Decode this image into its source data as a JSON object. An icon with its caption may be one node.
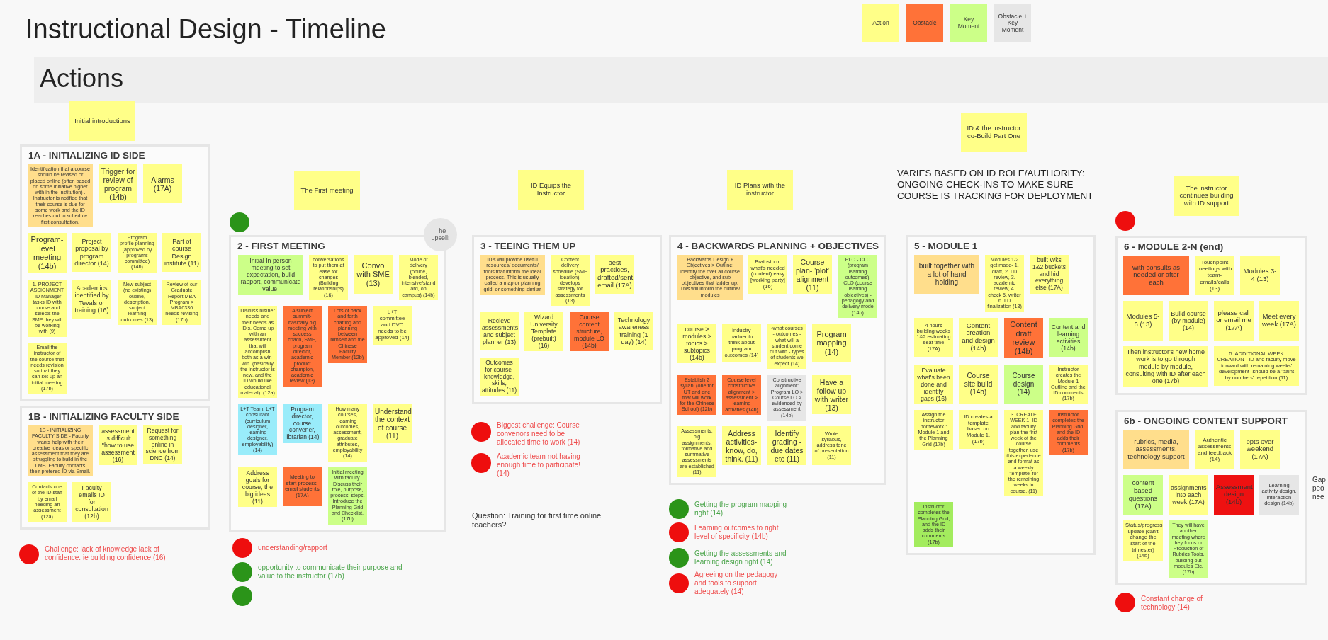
{
  "diagram": {
    "title": "Instructional Design - Timeline",
    "nodes": [
      {
        "text": [
          "Actions"
        ]
      },
      {
        "text": [
          "Initial introductions"
        ]
      },
      {
        "text": [
          "1A - INITIALIZING ID SIDE"
        ]
      },
      {
        "text": [
          "Identification that a course should be revised or placed online (often based on some initiative higher with in the institution) . Instructor is notified that their course is due for some work and the ID reaches out to schedule first consultation."
        ],
        "in": 2
      },
      {
        "text": [
          "Trigger for review of program (14b)"
        ],
        "in": 2
      },
      {
        "text": [
          "Alarms (17A)"
        ],
        "in": 2
      },
      {
        "text": [
          "Program-level meeting (14b)"
        ],
        "in": 2
      },
      {
        "text": [
          "Project proposal by program director (14)"
        ],
        "in": 2
      },
      {
        "text": [
          "Program profile planning (approved by programs committee) (14b)"
        ],
        "in": 2
      },
      {
        "text": [
          "Part of course Design institute (11)"
        ],
        "in": 2
      },
      {
        "text": [
          "1. PROJECT ASSIGNMENT -ID Manager tasks ID with course and selects the SME they will be working with (9)"
        ],
        "in": 2
      },
      {
        "text": [
          "Academics identified by Tevals or training (16)"
        ],
        "in": 2
      },
      {
        "text": [
          "New subject (no existing) outline, description, subject learning outcomes (13)"
        ],
        "in": 2
      },
      {
        "text": [
          "Review of our Graduate Report MBA Program > MBA6330 needs revising (17b)"
        ],
        "in": 2
      },
      {
        "text": [
          "Email the instructor of the course that needs revision so that they can set up an initial meeting (17b)"
        ],
        "in": 2
      },
      {
        "text": [
          "1B - INITIALIZING FACULTY SIDE"
        ]
      },
      {
        "text": [
          "1B - INITIALIZING FACULTY SIDE - Faculty wants help with their creative ideas or specific assessment that they are struggling to build in the LMS. Faculty contacts their prefered ID via Email."
        ],
        "in": 15
      },
      {
        "text": [
          "assessment is difficult \"how to use assessment (16)"
        ],
        "in": 15
      },
      {
        "text": [
          "Request for something online in science from DNC (14)"
        ],
        "in": 15
      },
      {
        "text": [
          "Contacts one of the ID staff by email needing an assessment (12a)"
        ],
        "in": 15
      },
      {
        "text": [
          "Faculty emails ID for consultation (12b)"
        ],
        "in": 15
      },
      {
        "text": [],
        "shape": "circle",
        "beside": [
          "Challenge: lack of knowledge lack of confidence. ie building confidence (16)"
        ]
      },
      {
        "text": [
          "The First meeting"
        ]
      },
      {
        "text": [],
        "shape": "circle"
      },
      {
        "text": [
          "The upsell!"
        ]
      },
      {
        "text": [
          "2 - FIRST MEETING"
        ]
      },
      {
        "text": [
          "Initial In person meeting to set expectation, build rapport, communicate value."
        ],
        "in": 25
      },
      {
        "text": [
          "conversations to put them at ease for changes (Building relationships) (16)"
        ],
        "in": 25
      },
      {
        "text": [
          "Convo with SME (13)"
        ],
        "in": 25
      },
      {
        "text": [
          "Mode of delivery (online, blended, intensive/standard, on campus) (14b)"
        ],
        "in": 25
      },
      {
        "text": [
          "Discuss his/her needs and their needs as ID's. Come up with an assessment that will accomplish both as a win-win. (basically the instructor is new, and the ID would like educational material). (12a)"
        ],
        "in": 25
      },
      {
        "text": [
          "A subject summit- basically big meeting with success coach, SME, program director, academic product champion, academic review (13)"
        ],
        "in": 25
      },
      {
        "text": [
          "Lots of back and forth chatting and planning between himself and the Chinese Faculty Member (12b)"
        ],
        "in": 25
      },
      {
        "text": [
          "L+T committee and DVC needs to be approved (14)"
        ],
        "in": 25
      },
      {
        "text": [
          "L+T Team: L+T consultant (curriculum designer, learning designer, employability) (14)"
        ],
        "in": 25
      },
      {
        "text": [
          "Program director, course convener, librarian (14)"
        ],
        "in": 25
      },
      {
        "text": [
          "How many courses, learning outcomes, assessment, graduate attributes, employability (14)"
        ],
        "in": 25
      },
      {
        "text": [
          "Understand the context of course (11)"
        ],
        "in": 25
      },
      {
        "text": [
          "Address goals for course, the big ideas (11)"
        ],
        "in": 25
      },
      {
        "text": [
          "Meeting to start process- email students (17A)"
        ],
        "in": 25
      },
      {
        "text": [
          "Initial meeting with faculty. Discuss their role, purpose, process, steps. Introduce the Planning Grid and Checklist. (17b)"
        ],
        "in": 25
      },
      {
        "text": [],
        "shape": "circle",
        "beside": [
          "understanding/rapport"
        ]
      },
      {
        "text": [],
        "shape": "circle",
        "beside": [
          "opportunity to communicate their purpose and value to the instructor (17b)"
        ]
      },
      {
        "text": [],
        "shape": "circle"
      },
      {
        "text": [
          "ID Equips the Instructor"
        ]
      },
      {
        "text": [
          "3 - TEEING THEM UP"
        ]
      },
      {
        "text": [
          "ID's will provide useful resources/ documents/ tools that inform the ideal process. This is usually called a map or planning grid, or something similar"
        ],
        "in": 45
      },
      {
        "text": [
          "Content delivery schedule (SME ideation), develops strategy for assessments (13)"
        ],
        "in": 45
      },
      {
        "text": [
          "best practices, drafted/sent email (17A)"
        ],
        "in": 45
      },
      {
        "text": [
          "Recieve assessments and subject planner (13)"
        ],
        "in": 45
      },
      {
        "text": [
          "Wizard University Template (prebuilt) (16)"
        ],
        "in": 45
      },
      {
        "text": [
          "Course content structure, module LO (14b)"
        ],
        "in": 45
      },
      {
        "text": [
          "Technology awareness training (1 day) (14)"
        ],
        "in": 45
      },
      {
        "text": [
          "Outcomes for course- knowledge, skills, attitudes (11)"
        ],
        "in": 45
      },
      {
        "text": [],
        "shape": "circle",
        "beside": [
          "Biggest challenge: Course convenors need to be allocated time to work (14)"
        ]
      },
      {
        "text": [],
        "shape": "circle",
        "beside": [
          "Academic team not having enough time to participate! (14)"
        ]
      },
      {
        "text": [
          "ID Plans with the instructor"
        ]
      },
      {
        "text": [
          "4 - BACKWARDS PLANNING + OBJECTIVES"
        ]
      },
      {
        "text": [
          "Backwards Design + Objectives > Outline: Identify the over all course objective, and sub objectives that ladder up. This will inform the outline/ modules"
        ],
        "in": 57
      },
      {
        "text": [
          "Brainstorm what's needed (content) easy [working party] (16)"
        ],
        "in": 57
      },
      {
        "text": [
          "Course plan- 'plot' alignment (11)"
        ],
        "in": 57
      },
      {
        "text": [
          "PLO - CLO (program learning outcomes), CLO (course learning objectives) - pedagogy and delivery mode (14b)"
        ],
        "in": 57
      },
      {
        "text": [
          "course > modules > topics > subtopics (14b)"
        ],
        "in": 57
      },
      {
        "text": [
          "industry partner to think about program outcomes (14)"
        ],
        "in": 57
      },
      {
        "text": [
          "-what courses - outcomes - what will a student come out with - types of students we expect (14)"
        ],
        "in": 57
      },
      {
        "text": [
          "Program mapping (14)"
        ],
        "in": 57
      },
      {
        "text": [
          "Establish 2 syllabi (one for UT and one that will work for the Chinese School) (12b)"
        ],
        "in": 57
      },
      {
        "text": [
          "Course level constructive alignment > assessment > learning activities (14b)"
        ],
        "in": 57
      },
      {
        "text": [
          "Constructive alignment: Program LO > Course LO > evidenced by assessment (14b)"
        ],
        "in": 57
      },
      {
        "text": [
          "Have a follow up with writer (13)"
        ],
        "in": 57
      },
      {
        "text": [
          "Assessments, big assignments, formative and summative assessments are established (11)"
        ],
        "in": 57
      },
      {
        "text": [
          "Address activities- know, do, think. (11)"
        ],
        "in": 57
      },
      {
        "text": [
          "Identify grading - due dates etc (11)"
        ],
        "in": 57
      },
      {
        "text": [
          "Wrote syllabus, address tone of presentation (11)"
        ],
        "in": 57
      },
      {
        "text": [],
        "shape": "circle",
        "beside": [
          "Getting the program mapping right (14)"
        ]
      },
      {
        "text": [],
        "shape": "circle",
        "beside": [
          "Learning outcomes to right level of specificity (14b)"
        ]
      },
      {
        "text": [],
        "shape": "circle",
        "beside": [
          "Getting the assessments and learning design right (14)"
        ]
      },
      {
        "text": [],
        "shape": "circle",
        "beside": [
          "Agreeing on the pedagogy and tools to support adequately (14)"
        ]
      },
      {
        "text": [
          "ID & the instructor co-Build Part One"
        ]
      },
      {
        "text": [
          "5 - MODULE 1"
        ]
      },
      {
        "text": [
          "built together with a lot of hand holding"
        ],
        "in": 79
      },
      {
        "text": [
          "Modules 1-2 get made- 1. draft, 2. LD review, 3. academic review, 4. check 5. writer 6. LD finalization (13)"
        ],
        "in": 79
      },
      {
        "text": [
          "built Wks 1&2 buckets and hid everything else (17A)"
        ],
        "in": 79
      },
      {
        "text": [
          "4 hours building weeks 1&2 estimating seat time (17A)"
        ],
        "in": 79
      },
      {
        "text": [
          "Content creation and design (14b)"
        ],
        "in": 79
      },
      {
        "text": [
          "Content draft review (14b)"
        ],
        "in": 79
      },
      {
        "text": [
          "Content and learning activities (14b)"
        ],
        "in": 79
      },
      {
        "text": [
          "Evaluate what's been done and identify gaps (16)"
        ],
        "in": 79
      },
      {
        "text": [
          "Course site build (14b)"
        ],
        "in": 79
      },
      {
        "text": [
          "Course design (14)"
        ],
        "in": 79
      },
      {
        "text": [
          "Instructor creates the Module 1 Outline and the ID comments (17b)"
        ],
        "in": 79
      },
      {
        "text": [
          "Assign the instructor homework : Module 1 and the Planning Grid (17b)"
        ],
        "in": 79
      },
      {
        "text": [
          "ID creates a template based on Module 1. (17b)"
        ],
        "in": 79
      },
      {
        "text": [
          "3. CREATE WEEK 1 -ID and faculty plan the first week of the course together, use this experience and format as a weekly 'template' for the remaining weeks in course. (11)"
        ],
        "in": 79
      },
      {
        "text": [
          "Instructor completes the Planning Grid, and the ID adds their comments (17b)"
        ],
        "in": 79
      },
      {
        "text": [
          "Instructor completes the Planning Grid, and the ID adds their comments (17b)"
        ],
        "in": 79
      },
      {
        "text": [
          "The instructor continues building with ID support"
        ]
      },
      {
        "text": [],
        "shape": "circle"
      },
      {
        "text": [
          "6 - MODULE 2-N (end)"
        ]
      },
      {
        "text": [
          "with consults as needed or after each"
        ],
        "in": 98
      },
      {
        "text": [
          "Touchpoint meetings with team- emails/calls (13)"
        ],
        "in": 98
      },
      {
        "text": [
          "Modules 3-4 (13)"
        ],
        "in": 98
      },
      {
        "text": [
          "Modules 5-6 (13)"
        ],
        "in": 98
      },
      {
        "text": [
          "Build course (by module) (14)"
        ],
        "in": 98
      },
      {
        "text": [
          "please call or email me (17A)"
        ],
        "in": 98
      },
      {
        "text": [
          "Meet every week (17A)"
        ],
        "in": 98
      },
      {
        "text": [
          "Then instructor's new home work is to go through module by module, consulting with ID after each one (17b)"
        ],
        "in": 98
      },
      {
        "text": [
          "5. ADDITIONAL WEEK CREATION - ID and faculty move forward with remaining weeks' development- should be a 'paint by numbers' repetition (11)"
        ],
        "in": 98
      },
      {
        "text": [
          "6b - ONGOING CONTENT SUPPORT"
        ]
      },
      {
        "text": [
          "rubrics, media, assessments, technology support"
        ],
        "in": 108
      },
      {
        "text": [
          "Authentic assessments and feedback (14)"
        ],
        "in": 108
      },
      {
        "text": [
          "ppts over weekend (17A)"
        ],
        "in": 108
      },
      {
        "text": [
          "content based questions (17A)"
        ],
        "in": 108
      },
      {
        "text": [
          "assignments into each week (17A)"
        ],
        "in": 108
      },
      {
        "text": [
          "Assessment design (14b)"
        ],
        "in": 108
      },
      {
        "text": [
          "Learning activity design, interaction design (14b)"
        ],
        "in": 108
      },
      {
        "text": [
          "Status/progress update (can't change the start of the trimester) (14b)"
        ],
        "in": 108
      },
      {
        "text": [
          "They will have another meeting where they focus on Production of Rubrics Tools, building out modules Etc. (17b)"
        ],
        "in": 108
      },
      {
        "text": [],
        "shape": "circle",
        "beside": [
          "Constant change of technology (14)"
        ]
      }
    ],
    "labels": [
      "Question: Training for first time online teachers?",
      "VARIES BASED ON ID ROLE/AUTHORITY: ONGOING CHECK-INS TO MAKE SURE COURSE IS TRACKING FOR DEPLOYMENT",
      "Gap peo nee"
    ],
    "legend": [
      {
        "text": "Action",
        "color": "#ffff88"
      },
      {
        "text": "Obstacle",
        "color": "#ff7238"
      },
      {
        "text": "Key Moment",
        "color": "#ccff88"
      },
      {
        "text": "Obstacle + Key Moment",
        "color": "#e6e6e6"
      }
    ]
  }
}
